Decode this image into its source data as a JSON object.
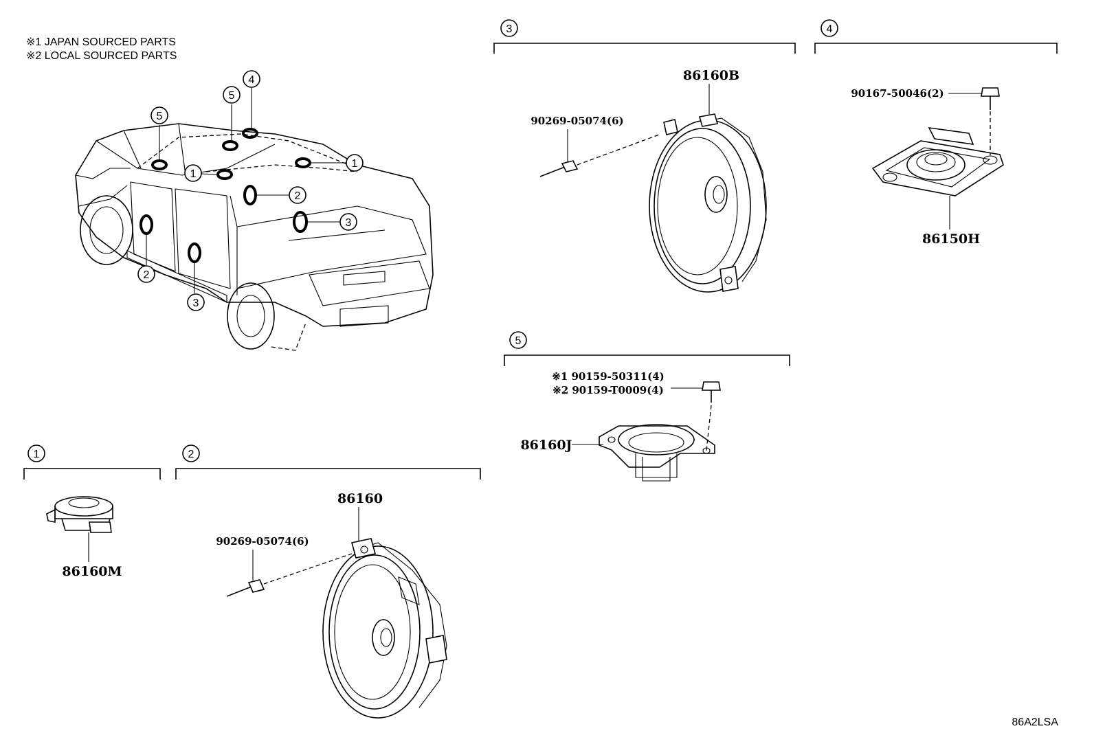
{
  "notes": {
    "note1": "※1 JAPAN SOURCED PARTS",
    "note2": "※2 LOCAL SOURCED PARTS"
  },
  "vehicle_callouts": {
    "c5a": "5",
    "c5b": "5",
    "c4": "4",
    "c1a": "1",
    "c1b": "1",
    "c2a": "2",
    "c2b": "2",
    "c3a": "3",
    "c3b": "3"
  },
  "groups": {
    "g1": {
      "number": "1",
      "part": "86160M"
    },
    "g2": {
      "number": "2",
      "part": "86160",
      "screw": "90269-05074(6)"
    },
    "g3": {
      "number": "3",
      "part": "86160B",
      "screw": "90269-05074(6)"
    },
    "g4": {
      "number": "4",
      "part": "86150H",
      "screw": "90167-50046(2)"
    },
    "g5": {
      "number": "5",
      "part": "86160J",
      "screw1": "※1 90159-50311(4)",
      "screw2": "※2 90159-T0009(4)"
    }
  },
  "diagram_code": "86A2LSA"
}
